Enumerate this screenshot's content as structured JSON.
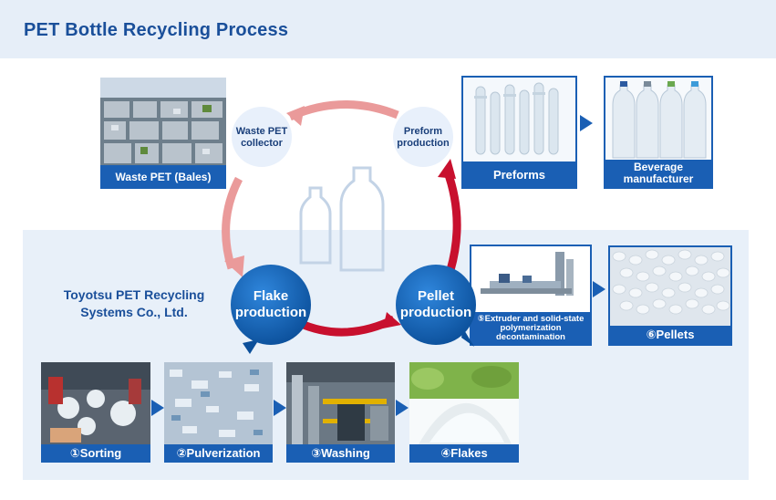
{
  "header": {
    "title": "PET Bottle Recycling Process"
  },
  "cycle": {
    "waste_collector": "Waste PET\ncollector",
    "preform_production": "Preform\nproduction",
    "flake_production": "Flake\nproduction",
    "pellet_production": "Pellet\nproduction"
  },
  "company": {
    "name": "Toyotsu PET Recycling\nSystems Co., Ltd."
  },
  "top_photos": {
    "waste_pet": "Waste PET (Bales)",
    "preforms": "Preforms",
    "beverage": "Beverage\nmanufacturer"
  },
  "steps": {
    "sorting": "①Sorting",
    "pulverization": "②Pulverization",
    "washing": "③Washing",
    "flakes": "④Flakes",
    "extruder": "⑤Extruder and solid-state\npolymerization\ndecontamination",
    "pellets": "⑥Pellets"
  },
  "colors": {
    "brand_blue": "#1a5fb4",
    "header_bg": "#e6eef8",
    "arrow_red": "#c8102e",
    "arrow_pink": "#ea9a9a",
    "bubble_light": "#e8f0fb",
    "bubble_dark": "#0f5fb3"
  },
  "icons": [
    "bottle-outline-icon",
    "arrow-right-icon"
  ]
}
